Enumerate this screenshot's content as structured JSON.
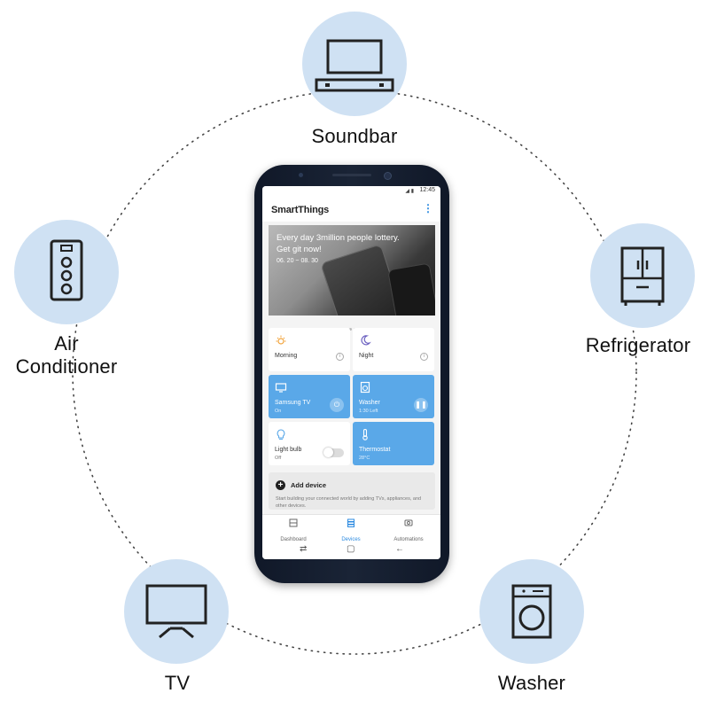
{
  "devices": {
    "soundbar": {
      "label": "Soundbar"
    },
    "air_conditioner": {
      "label_line1": "Air",
      "label_line2": "Conditioner"
    },
    "refrigerator": {
      "label": "Refrigerator"
    },
    "tv": {
      "label": "TV"
    },
    "washer": {
      "label": "Washer"
    }
  },
  "phone": {
    "status": {
      "time": "12:45",
      "signal": "◢ ▮"
    },
    "app": {
      "title": "SmartThings",
      "more_icon": "more-vert-icon"
    },
    "banner": {
      "line1": "Every day 3million people lottery.",
      "line2": "Get git now!",
      "dates": "06. 20 ~ 08. 30"
    },
    "tiles": [
      {
        "name": "Morning",
        "sub": "",
        "icon": "sun-icon"
      },
      {
        "name": "Night",
        "sub": "",
        "icon": "moon-icon"
      },
      {
        "name": "Samsung TV",
        "sub": "On",
        "icon": "tv-icon"
      },
      {
        "name": "Washer",
        "sub": "1:30 Left",
        "icon": "washer-icon"
      },
      {
        "name": "Light bulb",
        "sub": "Off",
        "icon": "bulb-icon"
      },
      {
        "name": "Thermostat",
        "sub": "28°C",
        "icon": "thermometer-icon"
      }
    ],
    "add_device": {
      "label": "Add device",
      "desc": "Start building your connected world by adding TVs, appliances, and other devices."
    },
    "nav": [
      {
        "label": "Dashboard"
      },
      {
        "label": "Devices"
      },
      {
        "label": "Automations"
      }
    ]
  },
  "colors": {
    "circle": "#cfe1f3",
    "tile_blue": "#5aa8e8",
    "accent": "#2d8be0"
  }
}
